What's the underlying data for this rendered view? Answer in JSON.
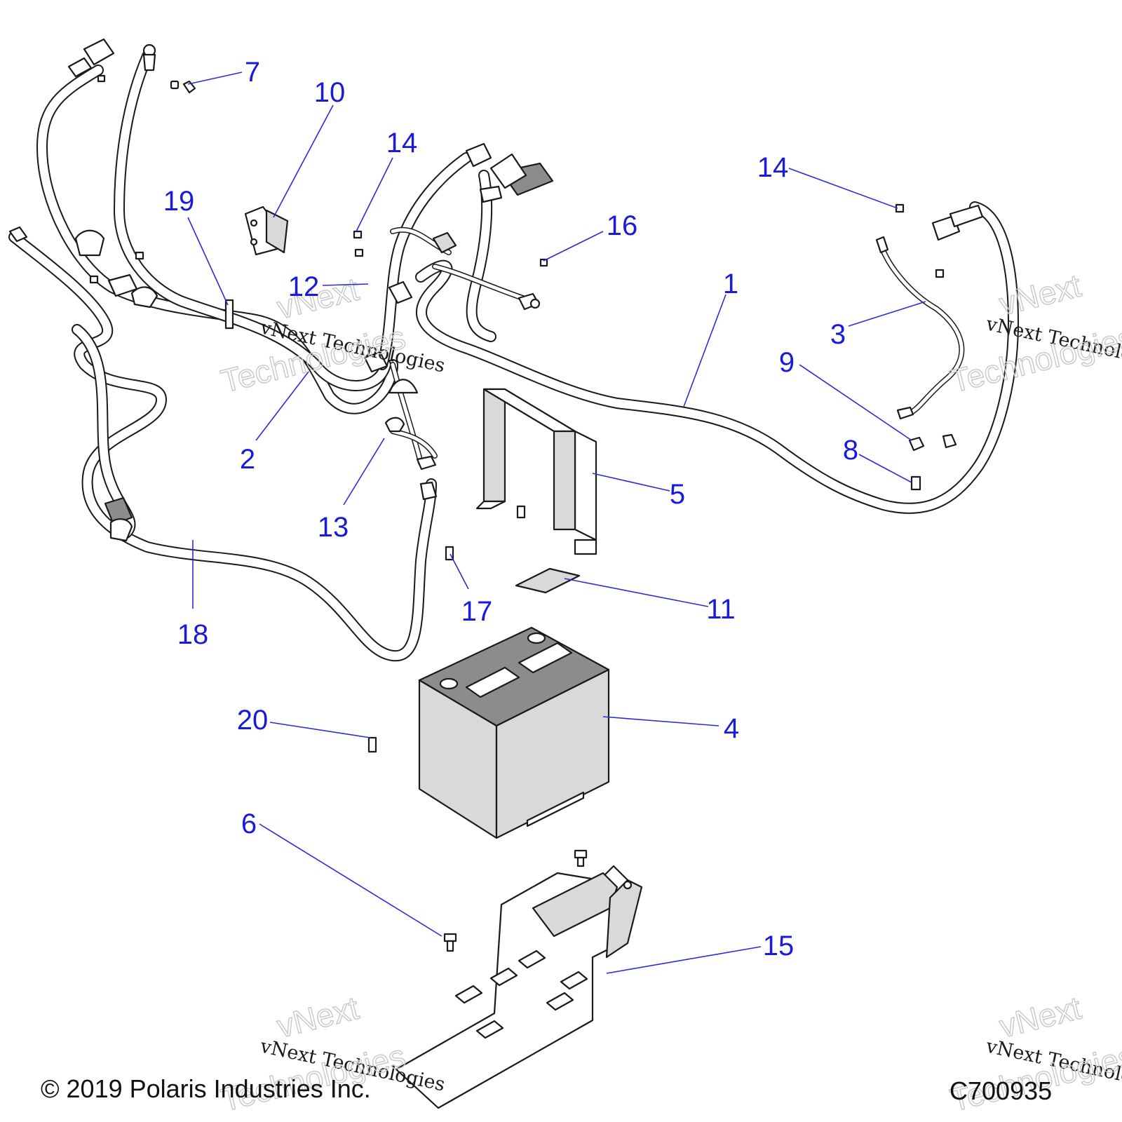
{
  "callouts": [
    {
      "id": "1",
      "label": "1"
    },
    {
      "id": "2",
      "label": "2"
    },
    {
      "id": "3",
      "label": "3"
    },
    {
      "id": "4",
      "label": "4"
    },
    {
      "id": "5",
      "label": "5"
    },
    {
      "id": "6",
      "label": "6"
    },
    {
      "id": "7",
      "label": "7"
    },
    {
      "id": "8",
      "label": "8"
    },
    {
      "id": "9",
      "label": "9"
    },
    {
      "id": "10",
      "label": "10"
    },
    {
      "id": "11",
      "label": "11"
    },
    {
      "id": "12",
      "label": "12"
    },
    {
      "id": "13",
      "label": "13"
    },
    {
      "id": "14a",
      "label": "14"
    },
    {
      "id": "14b",
      "label": "14"
    },
    {
      "id": "15",
      "label": "15"
    },
    {
      "id": "16",
      "label": "16"
    },
    {
      "id": "17",
      "label": "17"
    },
    {
      "id": "18",
      "label": "18"
    },
    {
      "id": "19",
      "label": "19"
    },
    {
      "id": "20",
      "label": "20"
    }
  ],
  "watermark": {
    "text_serif": "vNext Technologies",
    "text_outline_1": "vNext",
    "text_outline_2": "Technologies"
  },
  "footer": {
    "copyright": "© 2019 Polaris Industries Inc.",
    "figure_code": "C700935"
  },
  "colors": {
    "callout": "#1a1adb",
    "leader": "#2b2bd9",
    "line_art": "#1a1a1a"
  }
}
